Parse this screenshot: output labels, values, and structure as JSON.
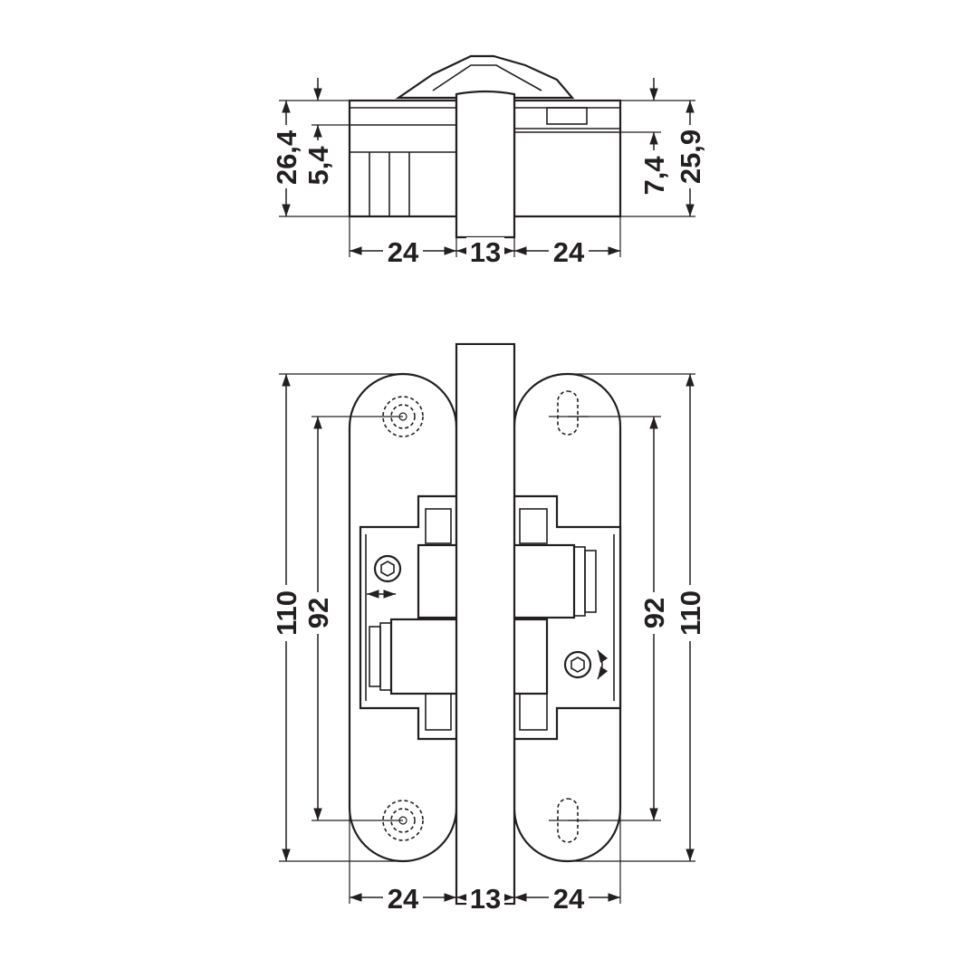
{
  "top_view": {
    "dim_width_left": "24",
    "dim_gap": "13",
    "dim_width_right": "24",
    "dim_total_height_left": "26,4",
    "dim_inner_left": "5,4",
    "dim_inner_right": "7,4",
    "dim_total_height_right": "25,9"
  },
  "front_view": {
    "dim_width_left": "24",
    "dim_gap": "13",
    "dim_width_right": "24",
    "dim_overall_left": "110",
    "dim_hole_spacing_left": "92",
    "dim_hole_spacing_right": "92",
    "dim_overall_right": "110"
  },
  "colors": {
    "ink": "#231f20",
    "background": "#ffffff"
  }
}
